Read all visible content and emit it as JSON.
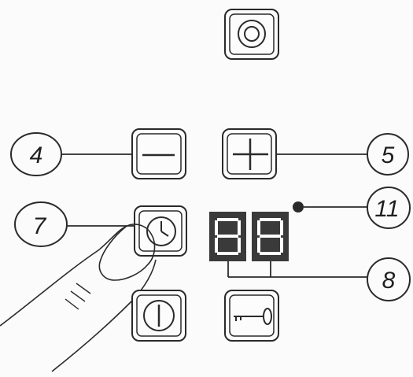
{
  "callouts": {
    "minus": "4",
    "plus": "5",
    "led": "11",
    "timer": "7",
    "display": "8"
  },
  "buttons": {
    "power": "power-button",
    "minus": "minus-button",
    "plus": "plus-button",
    "timer": "timer-clock-button",
    "on_off": "on-off-button",
    "lock": "key-lock-button"
  },
  "display": {
    "digits": [
      "8",
      "8"
    ]
  }
}
